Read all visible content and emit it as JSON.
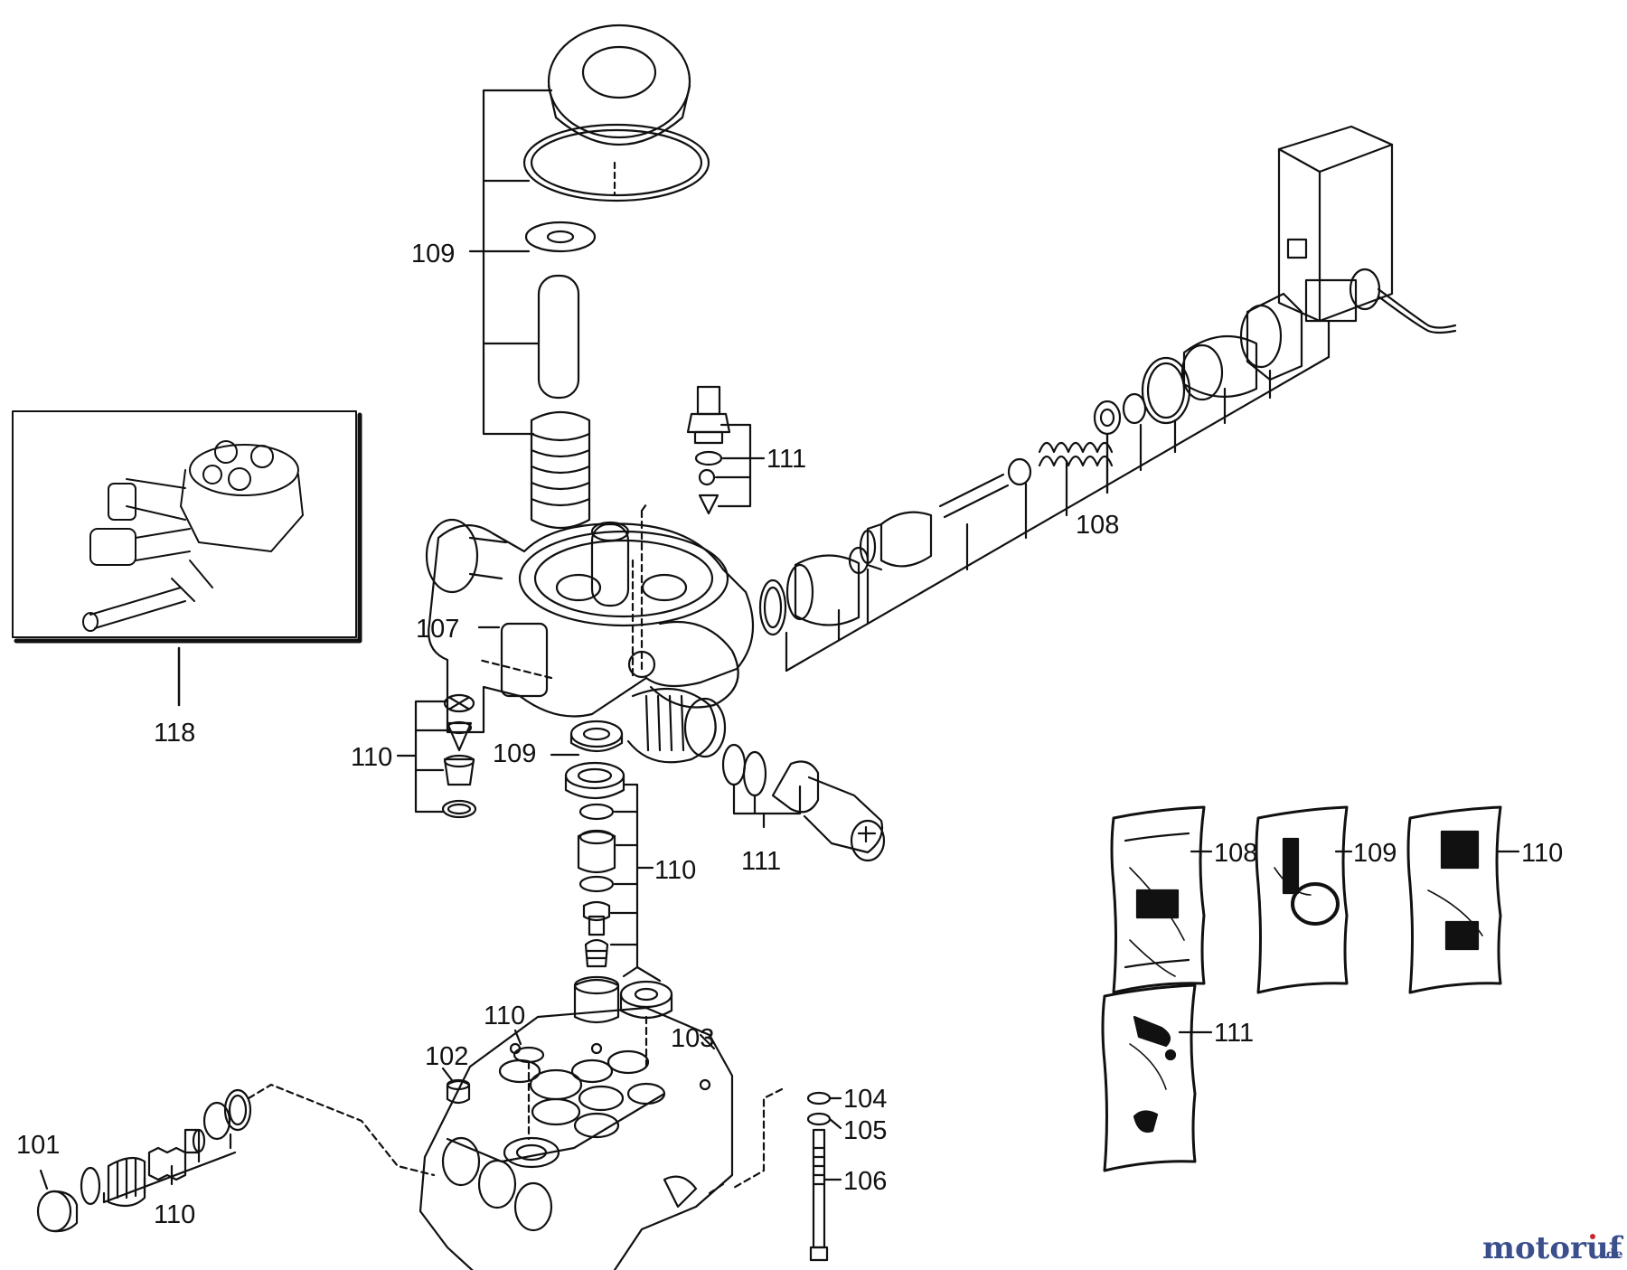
{
  "diagram": {
    "callouts": {
      "c101": "101",
      "c102": "102",
      "c103": "103",
      "c104": "104",
      "c105": "105",
      "c106": "106",
      "c107": "107",
      "c108_main": "108",
      "c109_top": "109",
      "c109_mid": "109",
      "c110_left": "110",
      "c110_center": "110",
      "c110_block": "110",
      "c110_bottom": "110",
      "c111_top": "111",
      "c111_mid": "111",
      "c118": "118",
      "kit108": "108",
      "kit109": "109",
      "kit110": "110",
      "kit111": "111"
    },
    "watermark": {
      "main": "motoruf",
      "suffix": ".de",
      "color_main": "#3a4f8c",
      "color_accent": "#c8282d"
    }
  }
}
